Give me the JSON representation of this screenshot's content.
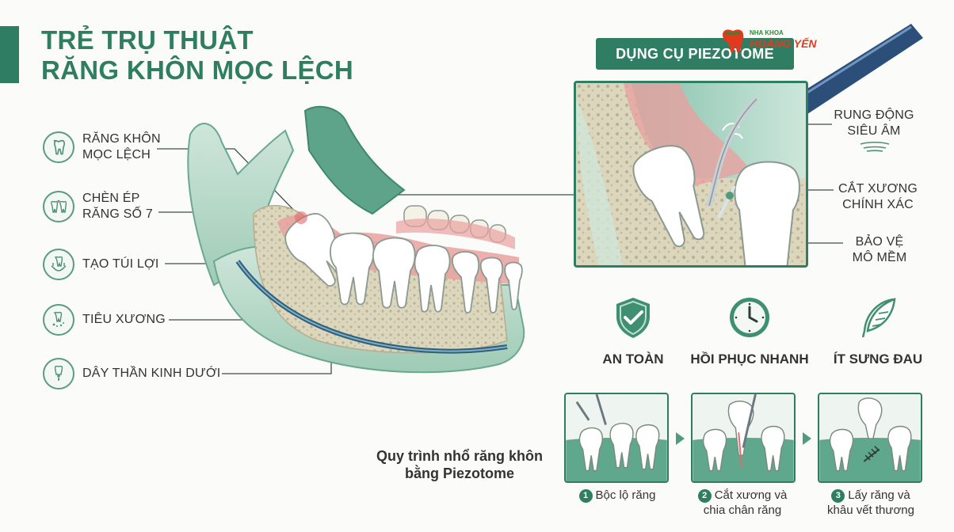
{
  "title": {
    "line1": "TRẺ TRỤ THUẬT",
    "line2": "RĂNG KHÔN MỌC LỆCH"
  },
  "labels": [
    {
      "line1": "RĂNG KHÔN",
      "line2": "MỌC LỆCH",
      "icon": "tooth-icon"
    },
    {
      "line1": "CHÈN ÉP",
      "line2": "RĂNG SỐ 7",
      "icon": "pressed-teeth-icon"
    },
    {
      "line1": "TẠO TÚI LỢI",
      "line2": "",
      "icon": "gum-pocket-icon"
    },
    {
      "line1": "TIÊU XƯƠNG",
      "line2": "",
      "icon": "bone-loss-icon"
    },
    {
      "line1": "DÂY THẦN KINH DƯỚI",
      "line2": "",
      "icon": "nerve-icon"
    }
  ],
  "piezotome": {
    "badge": "DỤNG CỤ PIEZOTOME",
    "labels": [
      {
        "line1": "RUNG ĐỘNG",
        "line2": "SIÊU ÂM"
      },
      {
        "line1": "CẮT XƯƠNG",
        "line2": "CHÍNH XÁC"
      },
      {
        "line1": "BẢO VỆ",
        "line2": "MÔ MỀM"
      }
    ]
  },
  "brand": {
    "small": "NHA KHOA",
    "big": "HOÀNG YẾN"
  },
  "benefits": [
    {
      "label": "AN TOÀN",
      "icon": "shield-check-icon"
    },
    {
      "label": "HỒI PHỤC NHANH",
      "icon": "clock-icon"
    },
    {
      "label": "ÍT SƯNG ĐAU",
      "icon": "feather-icon"
    }
  ],
  "process": {
    "title_line1": "Quy trình nhổ răng khôn",
    "title_line2": "bằng Piezotome",
    "steps": [
      {
        "num": "1",
        "line1": "Bộc lộ răng",
        "line2": ""
      },
      {
        "num": "2",
        "line1": "Cắt xương và",
        "line2": "chia chân răng"
      },
      {
        "num": "3",
        "line1": "Lấy răng và",
        "line2": "khâu vết thương"
      }
    ]
  },
  "colors": {
    "primary": "#2f7d62",
    "gum": "#e9a1a0",
    "bone": "#d8d2b8",
    "tooth": "#ffffff",
    "nerve": "#2f5f7a"
  }
}
